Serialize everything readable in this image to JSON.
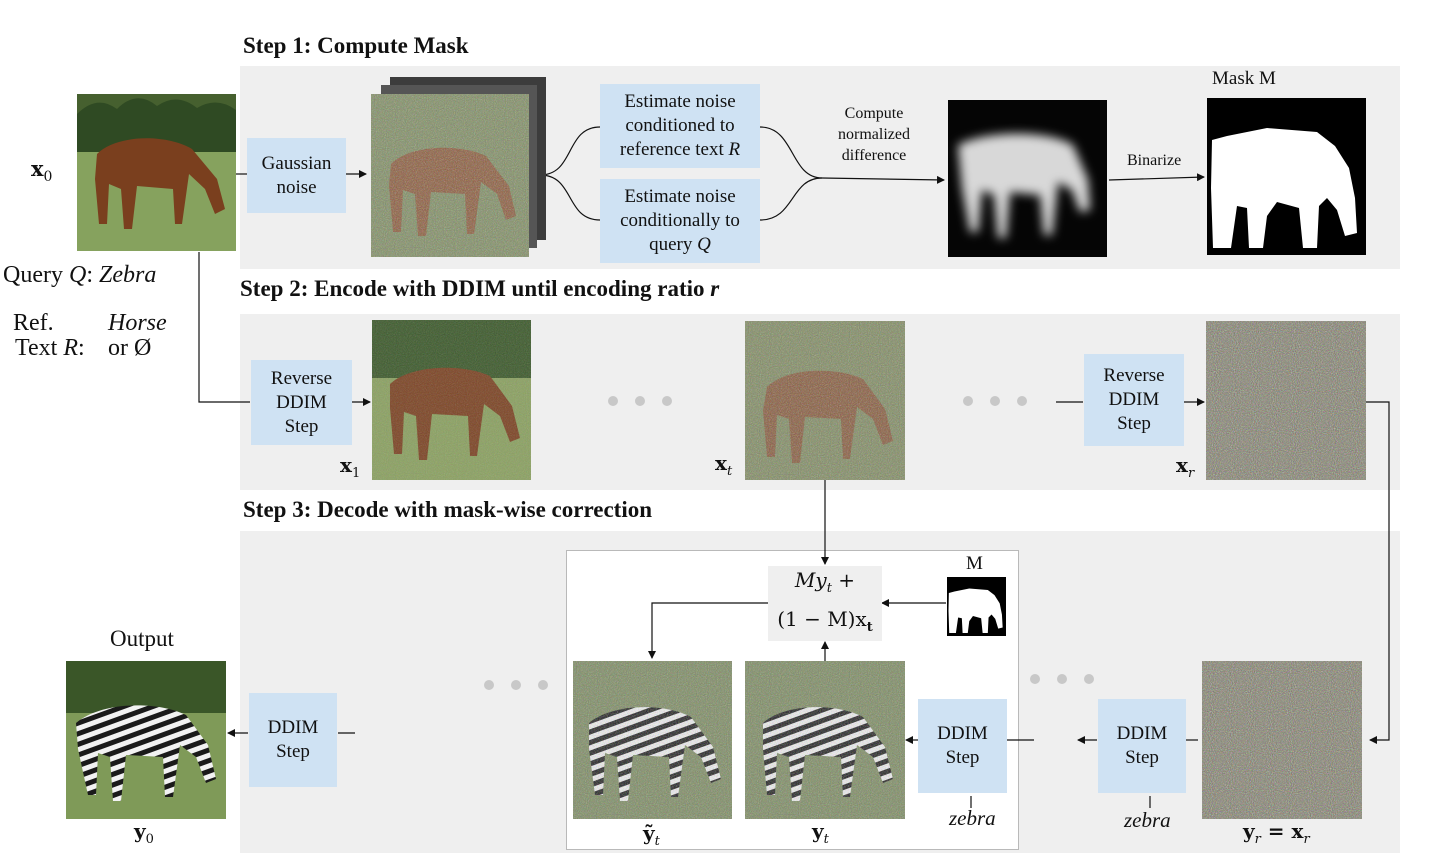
{
  "steps": {
    "step1": "Step 1: Compute Mask",
    "step2_prefix": "Step 2: Encode with DDIM until encoding ratio ",
    "step2_var": "r",
    "step3": "Step 3: Decode with mask-wise correction"
  },
  "left": {
    "x0_label": "x",
    "x0_sub": "0",
    "query_prefix": "Query ",
    "query_var": "Q",
    "query_colon": ": ",
    "query_value": "Zebra",
    "ref_line1": "Ref.",
    "ref_line2_prefix": "Text ",
    "ref_var": "R",
    "ref_colon": ":",
    "ref_value1": "Horse",
    "ref_value2": "or Ø"
  },
  "step1": {
    "gaussian": "Gaussian noise",
    "estimate_ref": "Estimate noise conditioned to reference text",
    "estimate_ref_var": "R",
    "estimate_query": "Estimate noise conditionally to query",
    "estimate_query_var": "Q",
    "compute_diff": "Compute normalized difference",
    "binarize": "Binarize",
    "mask_title": "Mask M"
  },
  "step2": {
    "reverse_1": "Reverse DDIM Step",
    "reverse_2": "Reverse DDIM Step",
    "x1_label": "x",
    "x1_sub": "1",
    "xt_label": "x",
    "xt_sub": "t",
    "xr_label": "x",
    "xr_sub": "r"
  },
  "step3": {
    "output_title": "Output",
    "y0_label": "y",
    "y0_sub": "0",
    "ddim_left": "DDIM Step",
    "ddim_mid": "DDIM Step",
    "ddim_right": "DDIM Step",
    "formula_line1": "My",
    "formula_line1_sub": "t",
    "formula_line1_tail": " +",
    "formula_line2": "(1 − M)x",
    "formula_line2_sub": "t",
    "mask_small_title": "M",
    "ytilde_label": "ỹ",
    "ytilde_sub": "t",
    "yt_label": "y",
    "yt_sub": "t",
    "yr_label": "y",
    "yr_sub": "r",
    "yr_eq": " = x",
    "yr_eq_sub": "r",
    "zebra_1": "zebra",
    "zebra_2": "zebra"
  }
}
